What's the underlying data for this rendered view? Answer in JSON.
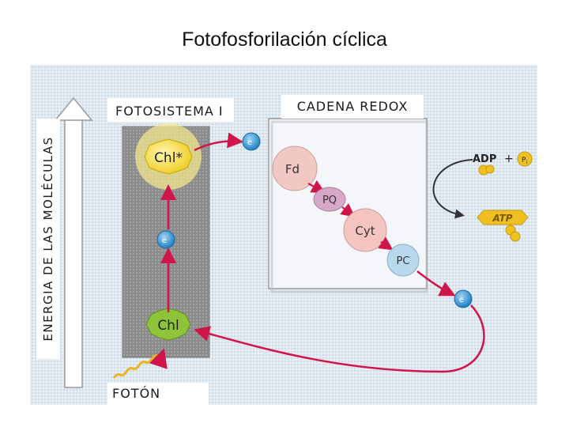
{
  "title": "Fotofosforilación cíclica",
  "labels": {
    "photosystem": "FOTOSISTEMA I",
    "redox_chain": "CADENA  REDOX",
    "energy_axis": "ENERGIA DE LAS MOLÉCULAS",
    "photon": "FOTÓN"
  },
  "nodes": {
    "chl_excited": "Chl*",
    "chl": "Chl",
    "fd": "Fd",
    "pq": "PQ",
    "cyt": "Cyt",
    "pc": "PC",
    "electron": "e",
    "adp": "ADP",
    "plus": "+",
    "pi": "P",
    "pi_sub": "i",
    "atp": "ATP"
  },
  "colors": {
    "arrow": "#d0154a",
    "electron_blue": "#2a8fd0",
    "chl_yellow": "#f2d33c",
    "chl_green": "#8fc33a",
    "fd_pink": "#f2c8c4",
    "pq_purple": "#d9a8c8",
    "cyt_pink": "#f4c4c0",
    "pc_blue": "#b8d8ec",
    "atp_gold": "#f0c020",
    "photosystem_gray": "#8f8f8f",
    "redox_box": "#f4f6fa"
  }
}
